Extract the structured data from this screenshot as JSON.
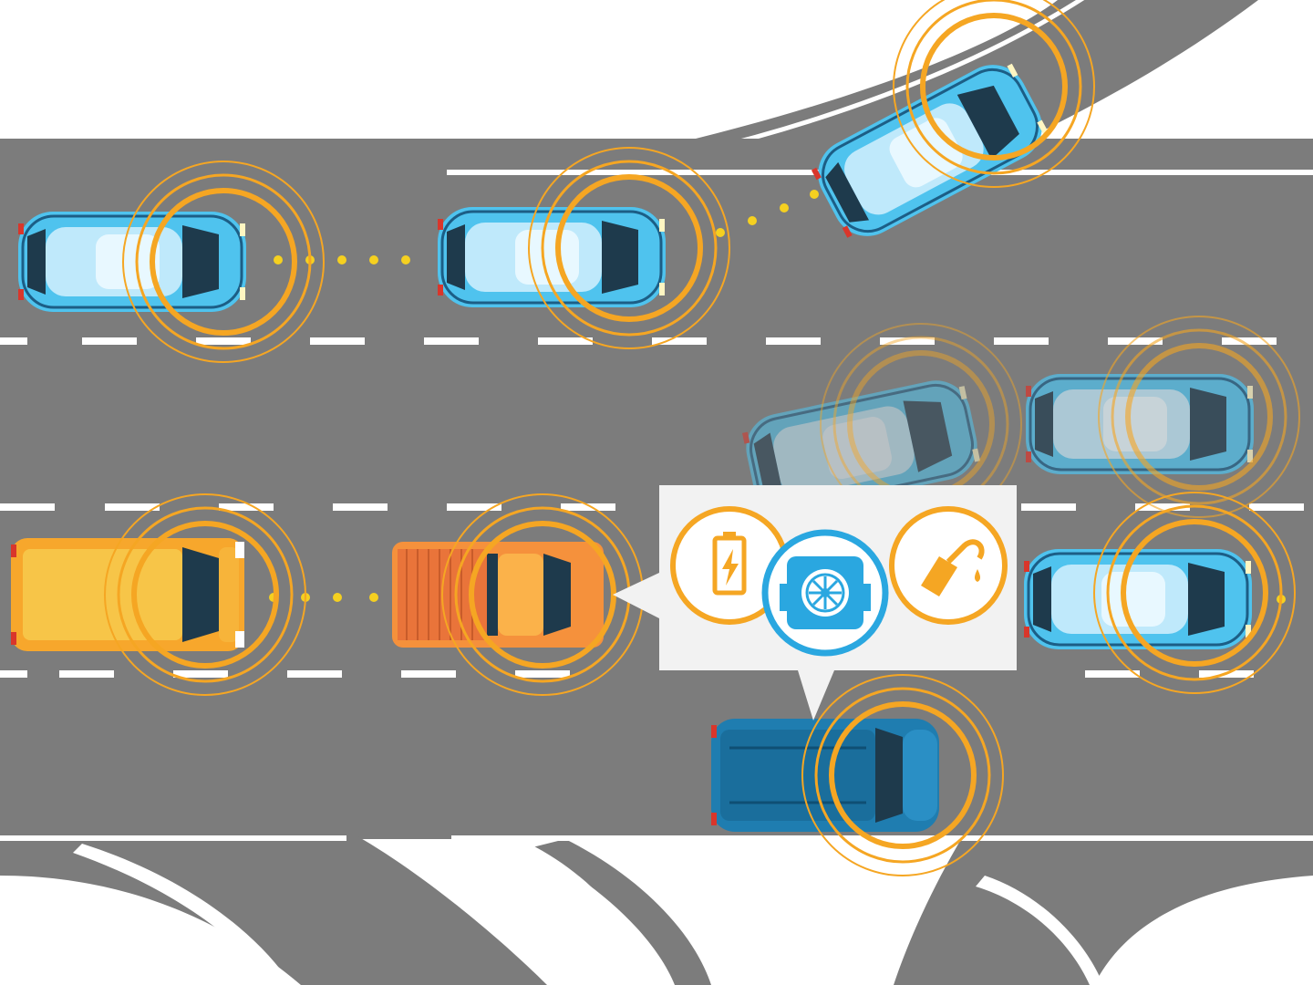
{
  "scene": {
    "description_visible_text": "",
    "colors": {
      "background": "#ffffff",
      "road": "#7c7c7c",
      "road_edge": "#6e6e6e",
      "lane_marking": "#ffffff",
      "signal_ring": "#f5a623",
      "signal_dot": "#f5d020",
      "popup_bg": "#f2f2f2",
      "car_light_blue": "#4fc3ee",
      "car_dark_blue": "#1f7db0",
      "car_yellow": "#f7c548",
      "car_orange": "#f5913c",
      "icon_blue": "#2aa7e0",
      "icon_orange": "#f5a623"
    },
    "vehicles": [
      {
        "id": "car-1",
        "kind": "sedan",
        "color": "light-blue"
      },
      {
        "id": "car-2",
        "kind": "sedan",
        "color": "light-blue"
      },
      {
        "id": "car-3",
        "kind": "sedan",
        "color": "light-blue"
      },
      {
        "id": "car-4",
        "kind": "sedan",
        "color": "light-blue-faded"
      },
      {
        "id": "car-5",
        "kind": "sedan",
        "color": "light-blue-faded"
      },
      {
        "id": "car-6",
        "kind": "sedan",
        "color": "light-blue"
      },
      {
        "id": "van-1",
        "kind": "van",
        "color": "yellow"
      },
      {
        "id": "pickup-1",
        "kind": "pickup",
        "color": "orange"
      },
      {
        "id": "hatchback-1",
        "kind": "hatchback",
        "color": "dark-blue"
      }
    ],
    "popup_icons": [
      "battery-icon",
      "engine-icon",
      "fuel-nozzle-icon"
    ]
  }
}
